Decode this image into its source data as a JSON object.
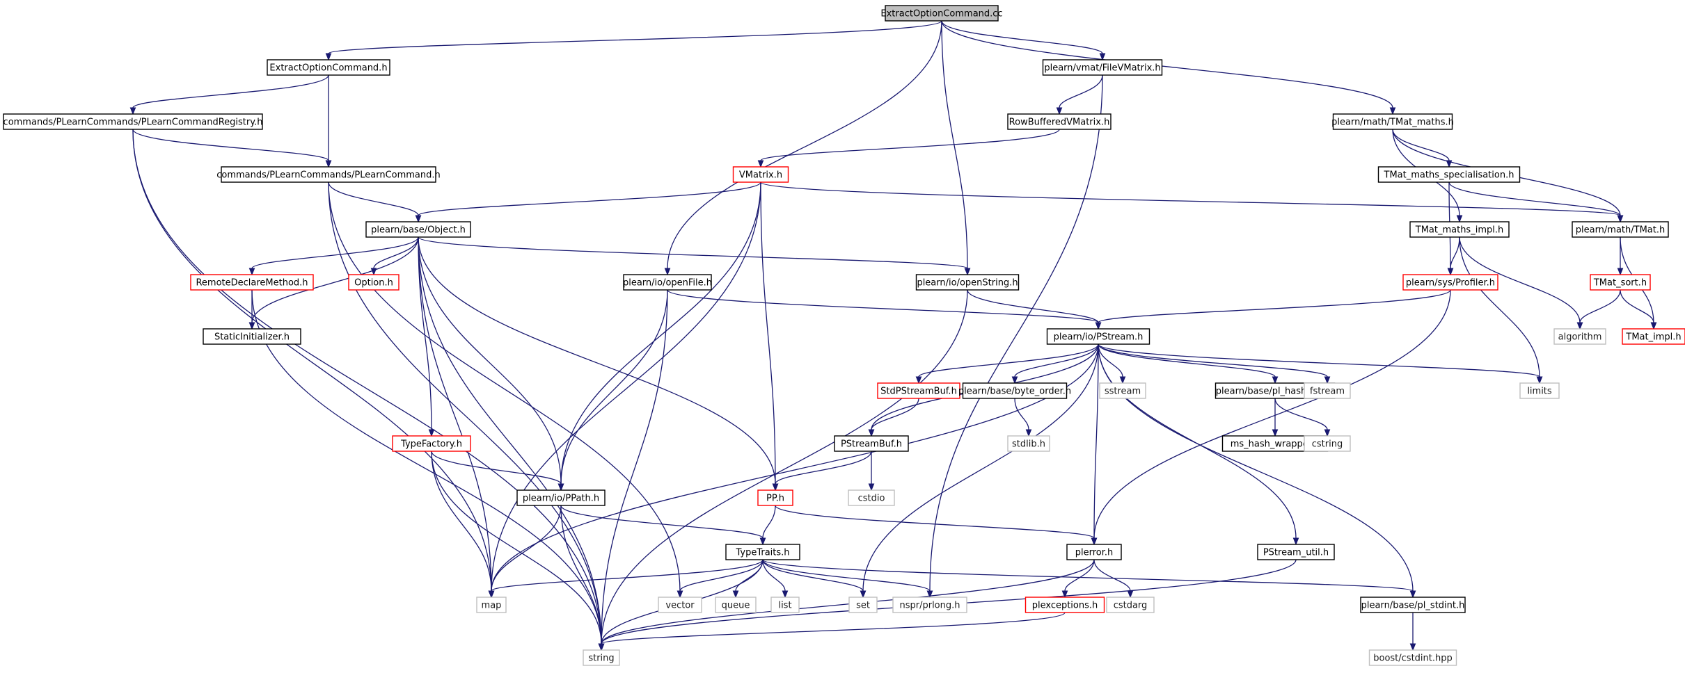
{
  "colors": {
    "edge": "#191970",
    "root_fill": "#bfbfbf",
    "border_documented": "#000000",
    "border_undocumented": "#ff0000",
    "border_external": "#bfbfbf"
  },
  "nodes": [
    {
      "id": "root",
      "label": "ExtractOptionCommand.cc",
      "kind": "gray"
    },
    {
      "id": "eoch",
      "label": "ExtractOptionCommand.h",
      "kind": "black"
    },
    {
      "id": "fvm",
      "label": "plearn/vmat/FileVMatrix.h",
      "kind": "black"
    },
    {
      "id": "tmm",
      "label": "plearn/math/TMat_maths.h",
      "kind": "black"
    },
    {
      "id": "reg",
      "label": "commands/PLearnCommands/PLearnCommandRegistry.h",
      "kind": "black"
    },
    {
      "id": "rbv",
      "label": "RowBufferedVMatrix.h",
      "kind": "black"
    },
    {
      "id": "plc",
      "label": "commands/PLearnCommands/PLearnCommand.h",
      "kind": "black"
    },
    {
      "id": "vmx",
      "label": "VMatrix.h",
      "kind": "red"
    },
    {
      "id": "tms",
      "label": "TMat_maths_specialisation.h",
      "kind": "black"
    },
    {
      "id": "obj",
      "label": "plearn/base/Object.h",
      "kind": "black"
    },
    {
      "id": "tmi",
      "label": "TMat_maths_impl.h",
      "kind": "black"
    },
    {
      "id": "tmat",
      "label": "plearn/math/TMat.h",
      "kind": "black"
    },
    {
      "id": "rdm",
      "label": "RemoteDeclareMethod.h",
      "kind": "red"
    },
    {
      "id": "opt",
      "label": "Option.h",
      "kind": "red"
    },
    {
      "id": "opf",
      "label": "plearn/io/openFile.h",
      "kind": "black"
    },
    {
      "id": "ops",
      "label": "plearn/io/openString.h",
      "kind": "black"
    },
    {
      "id": "prof",
      "label": "plearn/sys/Profiler.h",
      "kind": "red"
    },
    {
      "id": "tsort",
      "label": "TMat_sort.h",
      "kind": "red"
    },
    {
      "id": "si",
      "label": "StaticInitializer.h",
      "kind": "black"
    },
    {
      "id": "pst",
      "label": "plearn/io/PStream.h",
      "kind": "black"
    },
    {
      "id": "alg",
      "label": "algorithm",
      "kind": "light"
    },
    {
      "id": "timpl",
      "label": "TMat_impl.h",
      "kind": "red"
    },
    {
      "id": "spb",
      "label": "StdPStreamBuf.h",
      "kind": "red"
    },
    {
      "id": "bo",
      "label": "plearn/base/byte_order.h",
      "kind": "black"
    },
    {
      "id": "sst",
      "label": "sstream",
      "kind": "light"
    },
    {
      "id": "hash",
      "label": "plearn/base/pl_hash_fun.h",
      "kind": "black"
    },
    {
      "id": "fst",
      "label": "fstream",
      "kind": "light"
    },
    {
      "id": "lim",
      "label": "limits",
      "kind": "light"
    },
    {
      "id": "stdlib",
      "label": "stdlib.h",
      "kind": "light"
    },
    {
      "id": "msh",
      "label": "ms_hash_wrapper.h",
      "kind": "black"
    },
    {
      "id": "cstr",
      "label": "cstring",
      "kind": "light"
    },
    {
      "id": "tf",
      "label": "TypeFactory.h",
      "kind": "red"
    },
    {
      "id": "psb",
      "label": "PStreamBuf.h",
      "kind": "black"
    },
    {
      "id": "ppath",
      "label": "plearn/io/PPath.h",
      "kind": "black"
    },
    {
      "id": "pp",
      "label": "PP.h",
      "kind": "red"
    },
    {
      "id": "cstdio",
      "label": "cstdio",
      "kind": "light"
    },
    {
      "id": "tt",
      "label": "TypeTraits.h",
      "kind": "black"
    },
    {
      "id": "plerr",
      "label": "plerror.h",
      "kind": "black"
    },
    {
      "id": "psu",
      "label": "PStream_util.h",
      "kind": "black"
    },
    {
      "id": "map",
      "label": "map",
      "kind": "light"
    },
    {
      "id": "vec",
      "label": "vector",
      "kind": "light"
    },
    {
      "id": "que",
      "label": "queue",
      "kind": "light"
    },
    {
      "id": "lst",
      "label": "list",
      "kind": "light"
    },
    {
      "id": "set",
      "label": "set",
      "kind": "light"
    },
    {
      "id": "nspr",
      "label": "nspr/prlong.h",
      "kind": "light"
    },
    {
      "id": "plex",
      "label": "plexceptions.h",
      "kind": "red"
    },
    {
      "id": "cstdarg",
      "label": "cstdarg",
      "kind": "light"
    },
    {
      "id": "stdint",
      "label": "plearn/base/pl_stdint.h",
      "kind": "black"
    },
    {
      "id": "str",
      "label": "string",
      "kind": "light"
    },
    {
      "id": "boost",
      "label": "boost/cstdint.hpp",
      "kind": "light"
    }
  ],
  "edges": [
    [
      "root",
      "eoch"
    ],
    [
      "root",
      "fvm"
    ],
    [
      "root",
      "tmm"
    ],
    [
      "root",
      "opf"
    ],
    [
      "root",
      "ops"
    ],
    [
      "eoch",
      "reg"
    ],
    [
      "eoch",
      "plc"
    ],
    [
      "reg",
      "plc"
    ],
    [
      "reg",
      "map"
    ],
    [
      "reg",
      "str"
    ],
    [
      "plc",
      "obj"
    ],
    [
      "plc",
      "str"
    ],
    [
      "plc",
      "vec"
    ],
    [
      "fvm",
      "rbv"
    ],
    [
      "fvm",
      "nspr"
    ],
    [
      "rbv",
      "vmx"
    ],
    [
      "vmx",
      "obj"
    ],
    [
      "vmx",
      "map"
    ],
    [
      "vmx",
      "ppath"
    ],
    [
      "vmx",
      "pp"
    ],
    [
      "vmx",
      "tmat"
    ],
    [
      "tmm",
      "tms"
    ],
    [
      "tmm",
      "tmat"
    ],
    [
      "tmm",
      "tmi"
    ],
    [
      "tms",
      "tmat"
    ],
    [
      "tms",
      "prof"
    ],
    [
      "tmi",
      "prof"
    ],
    [
      "tmi",
      "alg"
    ],
    [
      "tmi",
      "lim"
    ],
    [
      "tmat",
      "tsort"
    ],
    [
      "tmat",
      "timpl"
    ],
    [
      "tsort",
      "alg"
    ],
    [
      "tsort",
      "timpl"
    ],
    [
      "obj",
      "rdm"
    ],
    [
      "obj",
      "si"
    ],
    [
      "obj",
      "opt"
    ],
    [
      "obj",
      "ops"
    ],
    [
      "obj",
      "tf"
    ],
    [
      "obj",
      "ppath"
    ],
    [
      "obj",
      "pp"
    ],
    [
      "obj",
      "map"
    ],
    [
      "obj",
      "str"
    ],
    [
      "rdm",
      "si"
    ],
    [
      "rdm",
      "str"
    ],
    [
      "opf",
      "pst"
    ],
    [
      "opf",
      "ppath"
    ],
    [
      "opf",
      "str"
    ],
    [
      "ops",
      "pst"
    ],
    [
      "ops",
      "str"
    ],
    [
      "prof",
      "pst"
    ],
    [
      "prof",
      "plerr"
    ],
    [
      "pst",
      "spb"
    ],
    [
      "pst",
      "bo"
    ],
    [
      "pst",
      "sst"
    ],
    [
      "pst",
      "hash"
    ],
    [
      "pst",
      "fst"
    ],
    [
      "pst",
      "lim"
    ],
    [
      "pst",
      "psb"
    ],
    [
      "pst",
      "map"
    ],
    [
      "pst",
      "set"
    ],
    [
      "pst",
      "plerr"
    ],
    [
      "pst",
      "psu"
    ],
    [
      "pst",
      "stdint"
    ],
    [
      "spb",
      "psb"
    ],
    [
      "bo",
      "stdlib"
    ],
    [
      "hash",
      "msh"
    ],
    [
      "hash",
      "cstr"
    ],
    [
      "psb",
      "pp"
    ],
    [
      "psb",
      "cstdio"
    ],
    [
      "tf",
      "ppath"
    ],
    [
      "tf",
      "map"
    ],
    [
      "tf",
      "str"
    ],
    [
      "ppath",
      "tt"
    ],
    [
      "ppath",
      "map"
    ],
    [
      "ppath",
      "str"
    ],
    [
      "pp",
      "tt"
    ],
    [
      "pp",
      "plerr"
    ],
    [
      "tt",
      "map"
    ],
    [
      "tt",
      "vec"
    ],
    [
      "tt",
      "que"
    ],
    [
      "tt",
      "lst"
    ],
    [
      "tt",
      "set"
    ],
    [
      "tt",
      "nspr"
    ],
    [
      "tt",
      "str"
    ],
    [
      "tt",
      "stdint"
    ],
    [
      "plerr",
      "plex"
    ],
    [
      "plerr",
      "cstdarg"
    ],
    [
      "plerr",
      "str"
    ],
    [
      "plex",
      "str"
    ],
    [
      "psu",
      "str"
    ],
    [
      "stdint",
      "boost"
    ]
  ]
}
